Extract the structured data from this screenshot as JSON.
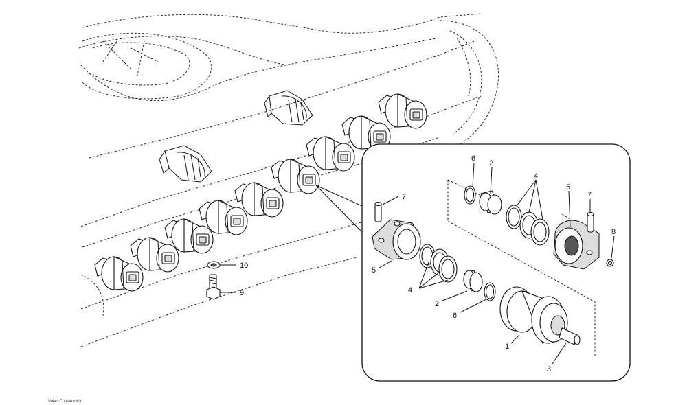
{
  "callouts": {
    "c1": "1",
    "c2a": "2",
    "c2b": "2",
    "c3": "3",
    "c4a": "4",
    "c4b": "4",
    "c5a": "5",
    "c5b": "5",
    "c6a": "6",
    "c6b": "6",
    "c7a": "7",
    "c7b": "7",
    "c8": "8",
    "c9": "9",
    "c10": "10"
  },
  "footer": {
    "text": "Volvo Construction"
  }
}
